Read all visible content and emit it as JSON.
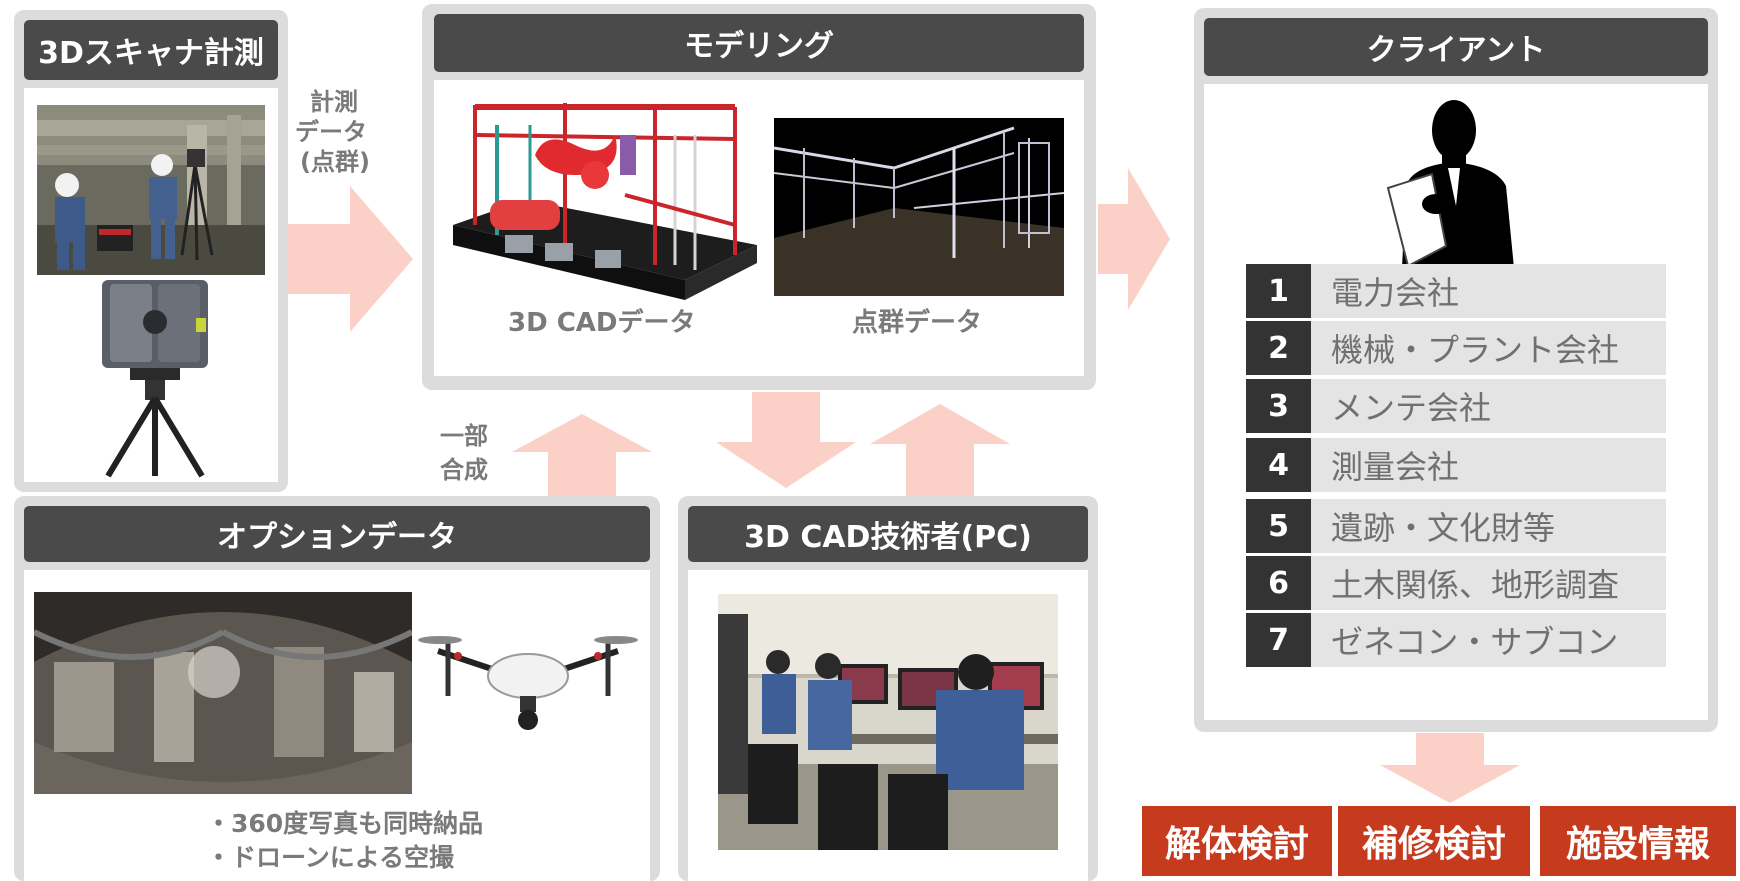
{
  "scanner": {
    "title": "3Dスキャナ計測",
    "photo_top_label": "scanning-workers-photo",
    "photo_bottom_label": "laser-scanner-photo"
  },
  "flow_label_measure": [
    "計測",
    "データ",
    "(点群)"
  ],
  "modeling": {
    "title": "モデリング",
    "cad_caption": "3D CADデータ",
    "pointcloud_caption": "点群データ"
  },
  "client": {
    "title": "クライアント",
    "rows": [
      {
        "num": "1",
        "name": "電力会社"
      },
      {
        "num": "2",
        "name": "機械・プラント会社"
      },
      {
        "num": "3",
        "name": "メンテ会社"
      },
      {
        "num": "4",
        "name": "測量会社"
      },
      {
        "num": "5",
        "name": "遺跡・文化財等"
      },
      {
        "num": "6",
        "name": "土木関係、地形調査"
      },
      {
        "num": "7",
        "name": "ゼネコン・サブコン"
      }
    ]
  },
  "flow_label_partial": [
    "一部",
    "合成"
  ],
  "options": {
    "title": "オプションデータ",
    "notes": [
      "・360度写真も同時納品",
      "・ドローンによる空撮"
    ]
  },
  "engineers": {
    "title": "3D CAD技術者(PC)"
  },
  "outcomes": [
    "解体検討",
    "補修検討",
    "施設情報"
  ],
  "colors": {
    "arrow": "#fbd0c6",
    "header": "#4a4a4a",
    "panel": "#dcdcdc",
    "outcome": "#c63a1e",
    "client_num": "#333333"
  }
}
